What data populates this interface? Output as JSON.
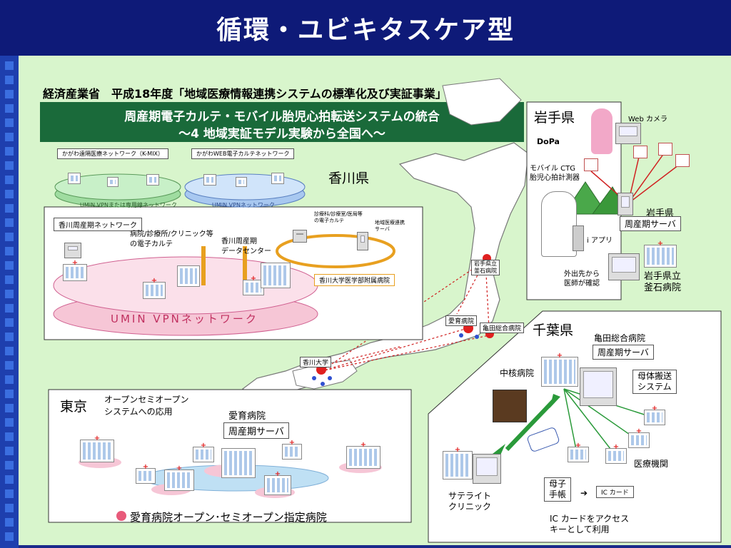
{
  "title": "循環・ユビキタスケア型",
  "header": {
    "ministry": "経済産業省　平成18年度「地域医療情報連携システムの標準化及び実証事業」",
    "banner_line1": "周産期電子カルテ・モバイル胎児心拍転送システムの統合",
    "banner_line2": "～4 地域実証モデル実験から全国へ～"
  },
  "kagawa": {
    "region": "香川県",
    "kmix_label": "かがわ遠隔医療ネットワーク（K-MIX）",
    "web_label": "かがわWEB電子カルテネットワーク",
    "vpn_ring1": "UMIN VPNまたは専用線ネットワーク",
    "vpn_ring2": "UMIN VPNネットワーク",
    "perinatal_net": "香川周産期ネットワーク",
    "emr_label": "病院/診療所/クリニック等\nの電子カルテ",
    "datacenter": "香川周産期\nデータセンター",
    "clinic_emr": "診療科/診療室/医局等\nの電子カルテ",
    "regional_server": "地域医療連携\nサーバ",
    "university_hospital": "香川大学医学部附属病院",
    "umin_ring": "UMIN VPNネットワーク",
    "map_univ": "香川大学"
  },
  "iwate": {
    "region": "岩手県",
    "webcam": "Web カメラ",
    "dopa": "DoPa",
    "ctg": "モバイル CTG\n胎児心拍計測器",
    "iapp": "i アプリ",
    "doctor_check": "外出先から\n医師が確認",
    "pref_label": "岩手県",
    "server": "周産期サーバ",
    "hospital": "岩手県立\n釜石病院",
    "map_label": "岩手県立\n釜石病院"
  },
  "chiba": {
    "region": "千葉県",
    "kameda": "亀田総合病院",
    "server": "周産期サーバ",
    "transport": "母体搬送\nシステム",
    "core_hospital": "中核病院",
    "satellite": "サテライト\nクリニック",
    "medical_inst": "医療機関",
    "mother_book": "母子\n手帳",
    "ic_card": "IC カード",
    "ic_note": "IC カードをアクセス\nキーとして利用",
    "map_label": "亀田総合病院"
  },
  "tokyo": {
    "region": "東京",
    "open_note": "オープンセミオープン\nシステムへの応用",
    "aiiku": "愛育病院",
    "server": "周産期サーバ",
    "legend": "愛育病院オープン･セミオープン指定病院",
    "map_label": "愛育病院"
  },
  "colors": {
    "title_bg": "#0e1a78",
    "panel_bg": "#d8f5cc",
    "banner_bg": "#1a6a3a",
    "ring_pink": "#f6c6d6",
    "ring_green": "#9fdca0",
    "ring_blue": "#a8c8f0",
    "link_orange": "#e8a020",
    "red_marker": "#e02020"
  }
}
